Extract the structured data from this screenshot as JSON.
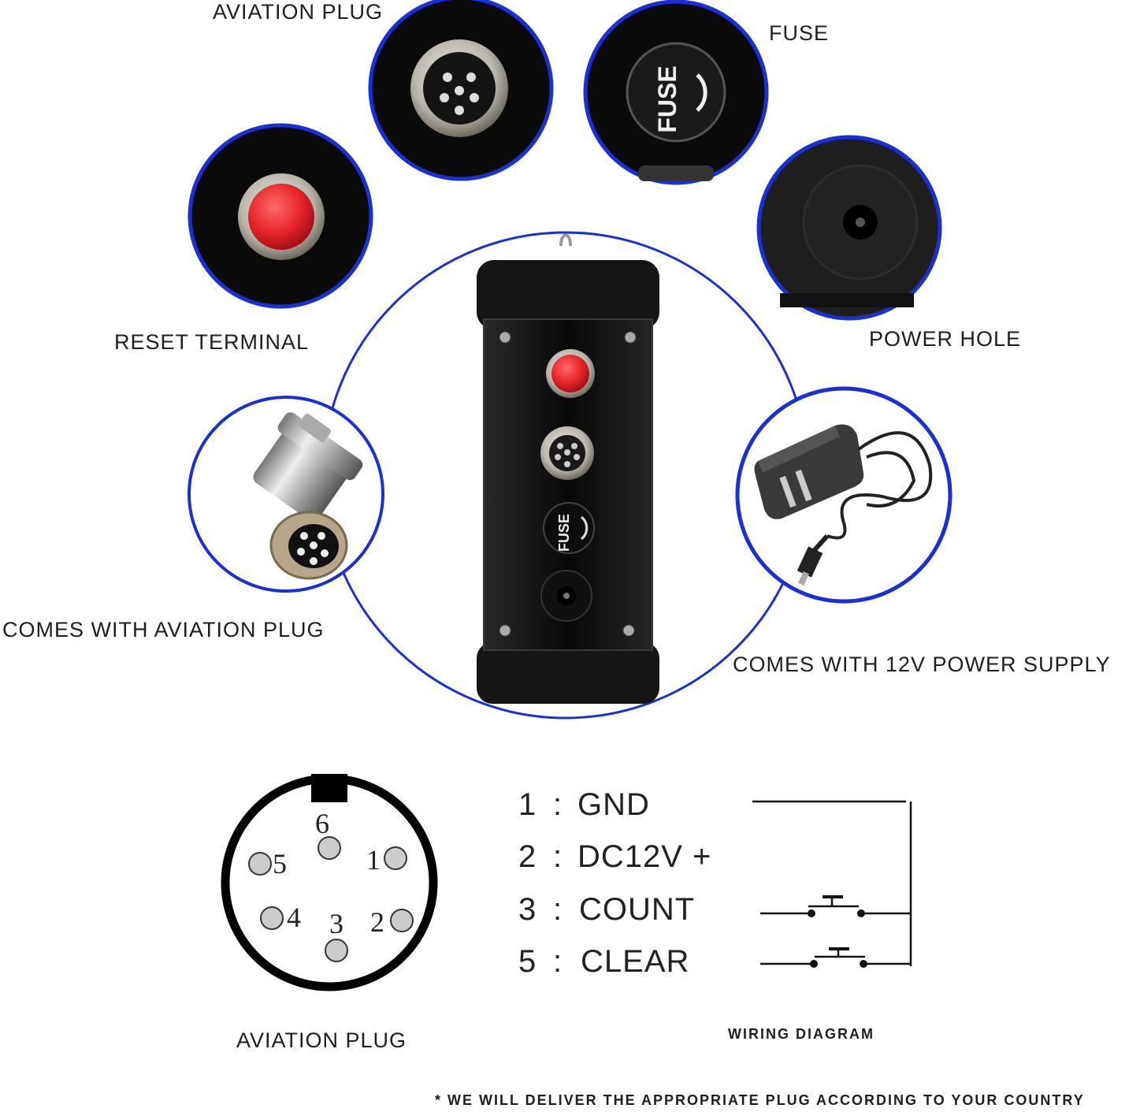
{
  "labels": {
    "aviation_plug_top": "AVIATION PLUG",
    "fuse": "FUSE",
    "reset_terminal": "RESET TERMINAL",
    "power_hole": "POWER HOLE",
    "comes_with_aviation_plug": "COMES WITH AVIATION PLUG",
    "comes_with_power_supply": "COMES WITH 12V POWER SUPPLY",
    "aviation_plug_bottom": "AVIATION PLUG",
    "wiring_diagram": "WIRING DIAGRAM",
    "footnote": "* WE WILL DELIVER THE APPROPRIATE PLUG ACCORDING TO YOUR COUNTRY"
  },
  "fuse_text": "FUSE",
  "plug_pins": [
    "1",
    "2",
    "3",
    "4",
    "5",
    "6"
  ],
  "pinout": [
    {
      "num": "1",
      "sep": ":",
      "name": "GND"
    },
    {
      "num": "2",
      "sep": ":",
      "name": "DC12V +"
    },
    {
      "num": "3",
      "sep": ":",
      "name": "COUNT"
    },
    {
      "num": "5",
      "sep": ":",
      "name": "CLEAR"
    }
  ],
  "colors": {
    "ring_blue": "#1a2fd4",
    "box_black": "#111111",
    "reset_red": "#e8262b",
    "metal": "#b8b4aa"
  }
}
